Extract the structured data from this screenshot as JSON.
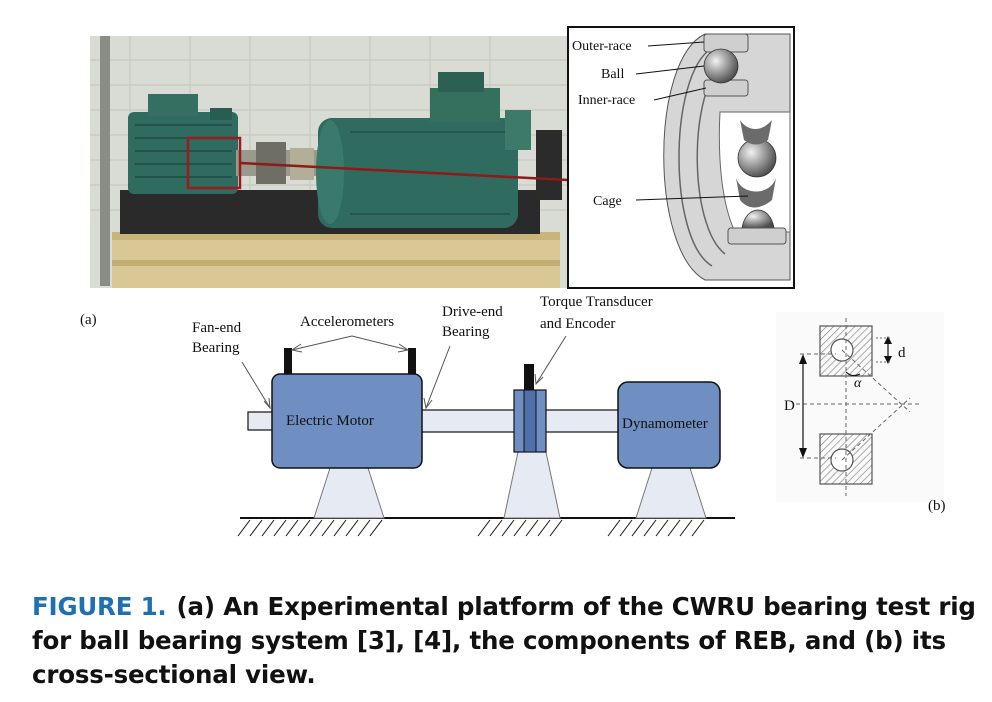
{
  "panel_a_photo": {
    "panel_label": "(a)",
    "inset_labels": {
      "outer_race": "Outer-race",
      "ball": "Ball",
      "inner_race": "Inner-race",
      "cage": "Cage"
    }
  },
  "schematic": {
    "fan_end_bearing": [
      "Fan-end",
      "Bearing"
    ],
    "accelerometers": "Accelerometers",
    "drive_end_bearing": [
      "Drive-end",
      "Bearing"
    ],
    "torque_transducer": [
      "Torque Transducer",
      "and Encoder"
    ],
    "electric_motor": "Electric Motor",
    "dynamometer": "Dynamometer"
  },
  "panel_b": {
    "panel_label": "(b)",
    "d_label": "d",
    "D_label": "D",
    "alpha_label": "α"
  },
  "colors": {
    "caption_accent": "#1f6fb5",
    "component_fill": "#6f8fc2",
    "motor_green": "#2f6b5e"
  },
  "caption": {
    "label": "FIGURE 1.",
    "text": "(a) An Experimental platform of the CWRU bearing test rig for ball bearing system [3], [4], the components of REB, and (b) its cross-sectional view."
  }
}
